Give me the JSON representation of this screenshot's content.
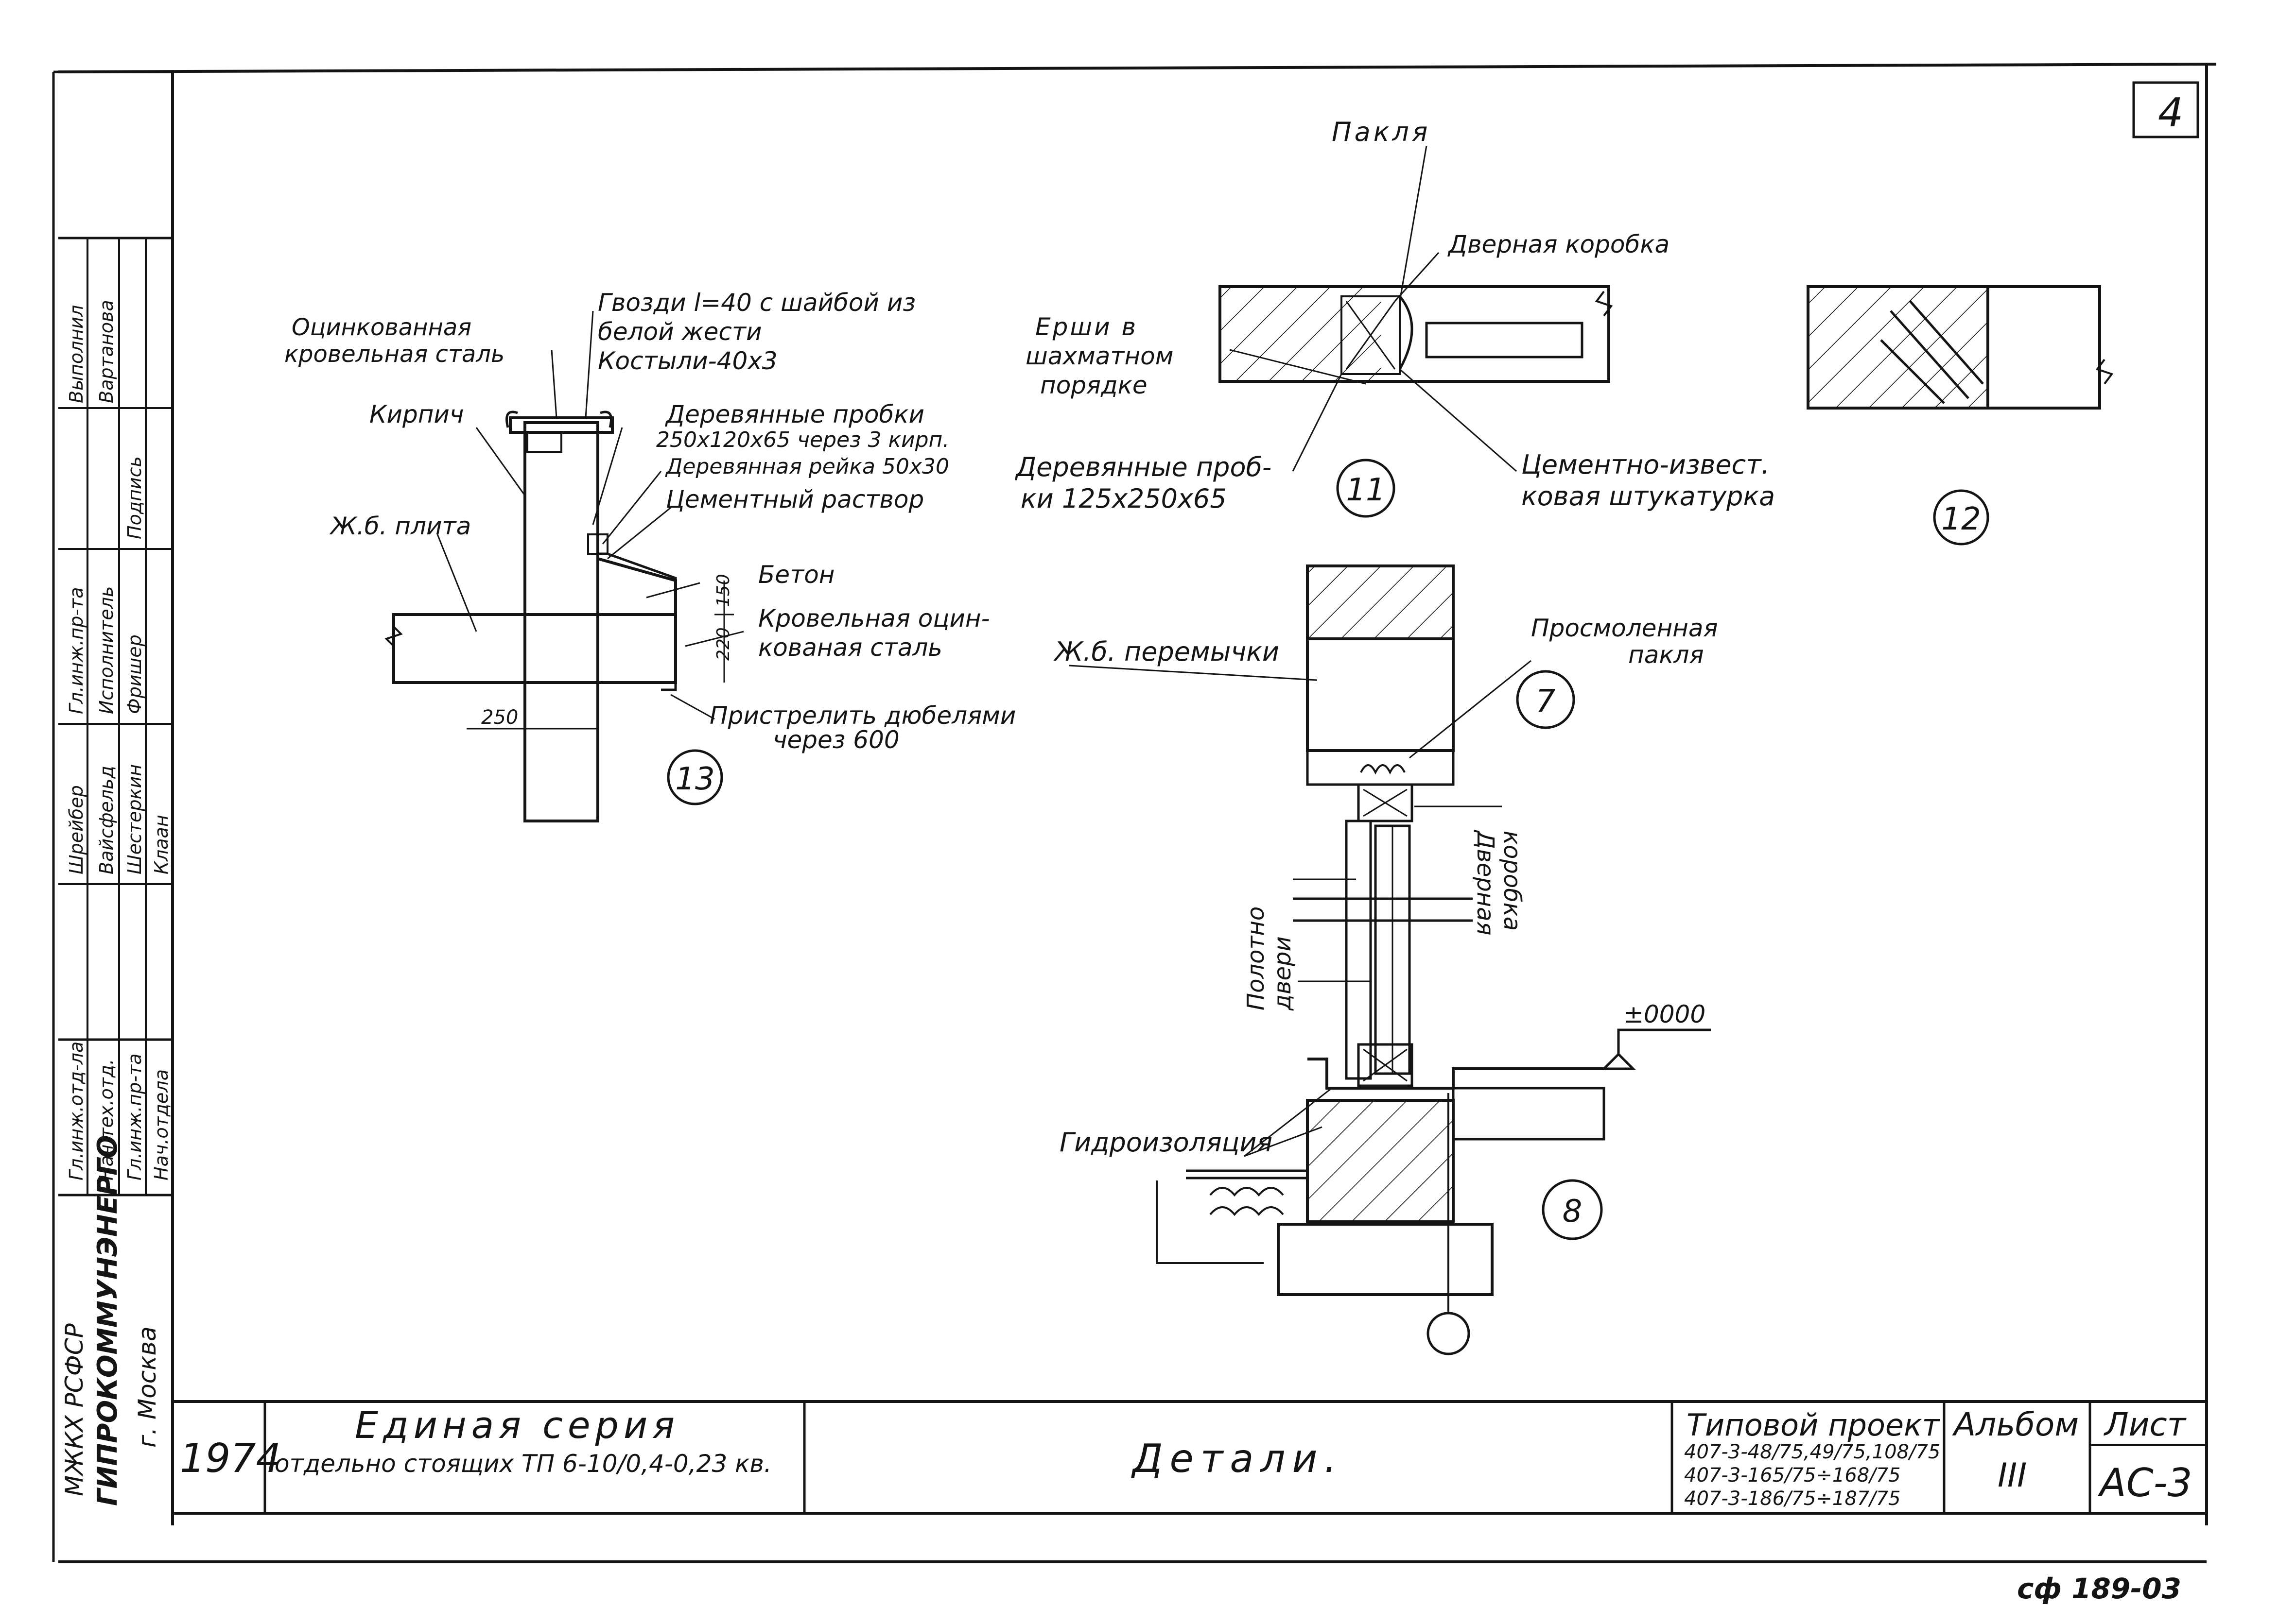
{
  "sheet_number": "4",
  "archive_code": "сф 189-03",
  "title_block": {
    "ministry": "МЖКХ РСФСР",
    "organization": "ГИПРОКОММУНЭНЕРГО",
    "city": "г. Москва",
    "year": "1974",
    "series_line1": "Единая серия",
    "series_line2": "отдельно стоящих ТП 6-10/0,4-0,23 кв.",
    "drawing_title": "Детали.",
    "project_label": "Типовой проект",
    "project_codes": [
      "407-3-48/75,49/75,108/75",
      "407-3-165/75÷168/75",
      "407-3-186/75÷187/75"
    ],
    "album_label": "Альбом",
    "album_value": "III",
    "sheet_label": "Лист",
    "sheet_value": "АС-3"
  },
  "signatures": {
    "col_roles": [
      "Гл.инж.отд-ла",
      "Нач.тех.отд.",
      "Гл.инж.пр-та",
      "Нач.отдела"
    ],
    "col_names": [
      "Шрейбер",
      "Вайсфельд",
      "Шестеркин",
      "Клаан"
    ],
    "col_roles2": [
      "Гл.инж.пр-та",
      "Исполнитель",
      "Подпись",
      "Выполнил"
    ],
    "col_names2": [
      "Фришер",
      "Исполнитель",
      "Подпись",
      "Вартанова"
    ]
  },
  "details": {
    "d13": {
      "number": "13",
      "callouts": [
        "Оцинкованная",
        "кровельная сталь",
        "Гвозди l=40 с шайбой из",
        "белой жести",
        "Костыли-40х3",
        "Кирпич",
        "Деревянные пробки",
        "250х120х65 через 3 кирп.",
        "Деревянная рейка 50х30",
        "Цементный раствор",
        "Ж.б. плита",
        "Бетон",
        "Кровельная оцин-",
        "кованая сталь",
        "Пристрелить дюбелями",
        "через 600"
      ],
      "dims": [
        "150",
        "220",
        "250"
      ]
    },
    "d11": {
      "number": "11",
      "callouts": [
        "Пакля",
        "Дверная коробка",
        "Ерши в",
        "шахматном",
        "порядке",
        "Деревянные проб-",
        "ки 125х250х65",
        "Цементно-извест.",
        "ковая штукатурка"
      ]
    },
    "d12": {
      "number": "12"
    },
    "d7": {
      "number": "7",
      "callouts": [
        "Ж.б. перемычки",
        "Просмоленная",
        "пакля",
        "Полотно",
        "двери",
        "Дверная",
        "коробка"
      ]
    },
    "d8": {
      "number": "8",
      "callouts": [
        "Гидроизоляция",
        "±0000"
      ]
    }
  }
}
